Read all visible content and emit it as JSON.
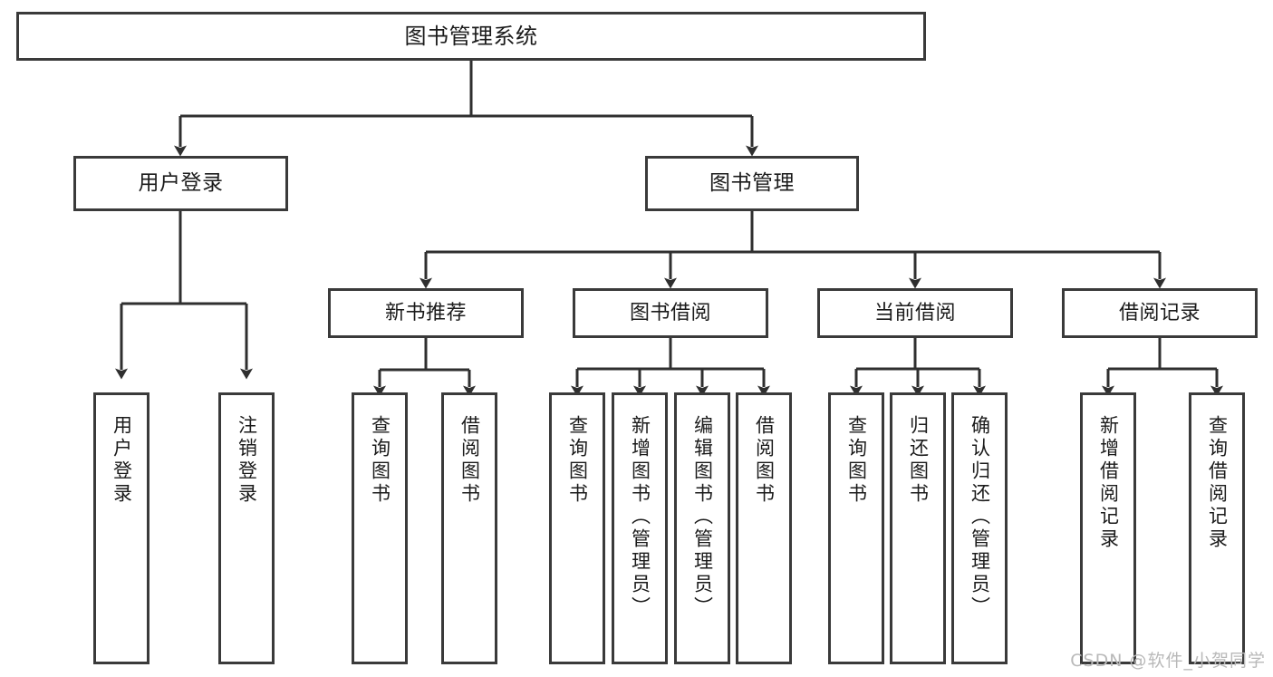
{
  "diagram": {
    "title": "图书管理系统",
    "watermark": "CSDN @软件_小贺同学",
    "colors": {
      "stroke": "#3a3a3a",
      "text": "#1b1b1b",
      "background": "#ffffff",
      "watermark": "#b9b9b9"
    },
    "root": {
      "label": "图书管理系统"
    },
    "level1": [
      {
        "label": "用户登录"
      },
      {
        "label": "图书管理"
      }
    ],
    "level2": [
      {
        "label": "新书推荐"
      },
      {
        "label": "图书借阅"
      },
      {
        "label": "当前借阅"
      },
      {
        "label": "借阅记录"
      }
    ],
    "leaves": {
      "user_login": [
        {
          "label": "用户登录"
        },
        {
          "label": "注销登录"
        }
      ],
      "new_book_recommend": [
        {
          "label": "查询图书"
        },
        {
          "label": "借阅图书"
        }
      ],
      "book_borrow": [
        {
          "label": "查询图书"
        },
        {
          "label": "新增图书（管理员）"
        },
        {
          "label": "编辑图书（管理员）"
        },
        {
          "label": "借阅图书"
        }
      ],
      "current_borrow": [
        {
          "label": "查询图书"
        },
        {
          "label": "归还图书"
        },
        {
          "label": "确认归还（管理员）"
        }
      ],
      "borrow_record": [
        {
          "label": "新增借阅记录"
        },
        {
          "label": "查询借阅记录"
        }
      ]
    }
  }
}
